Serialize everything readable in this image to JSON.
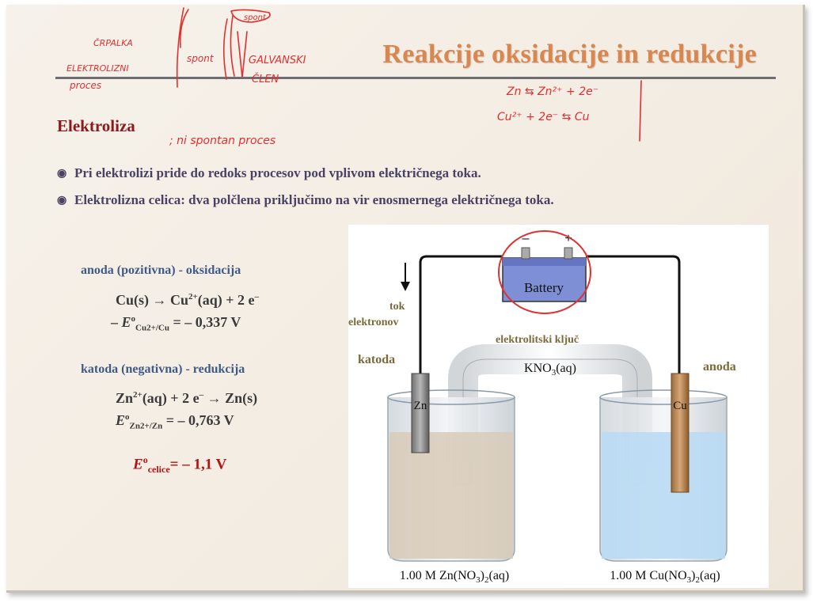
{
  "title": "Reakcije oksidacije in redukcije",
  "section": "Elektroliza",
  "bullets": [
    "Pri elektrolizi pride do redoks procesov pod vplivom električnega toka.",
    "Elektrolizna celica: dva polčlena priključimo na vir enosmernega električnega toka."
  ],
  "anode": {
    "label": "anoda (pozitivna) - oksidacija",
    "eq_left": "Cu(s) → Cu",
    "eq_charge": "2+",
    "eq_right": "(aq) + 2 e",
    "eq_e_charge": "–",
    "pot_prefix": "– ",
    "pot_E": "E",
    "pot_o": "o",
    "pot_sub": "Cu2+/Cu",
    "pot_value": " = –  0,337 V"
  },
  "cathode": {
    "label": "katoda (negativna) - redukcija",
    "eq_ion": "Zn",
    "eq_charge": "2+",
    "eq_mid": "(aq) + 2 e",
    "eq_e_charge": "–",
    "eq_right": " → Zn(s)",
    "pot_E": "E",
    "pot_o": "o",
    "pot_sub": "Zn2+/Zn",
    "pot_value": " = –  0,763 V"
  },
  "cell": {
    "E": "E",
    "o": "o",
    "sub": "celice",
    "value": "= – 1,1 V"
  },
  "diagram": {
    "battery": "Battery",
    "minus": "–",
    "plus": "+",
    "salt_bridge": "KNO",
    "salt_bridge_sub": "3",
    "salt_bridge_end": "(aq)",
    "electrode_left": "Zn",
    "electrode_right": "Cu",
    "sol_left_a": "1.00 M Zn(NO",
    "sol_left_b": "3",
    "sol_left_c": ")",
    "sol_left_d": "2",
    "sol_left_e": "(aq)",
    "sol_right_a": "1.00 M Cu(NO",
    "sol_right_b": "3",
    "sol_right_c": ")",
    "sol_right_d": "2",
    "sol_right_e": "(aq)"
  },
  "overlay": {
    "tok": "tok",
    "elektronov": "elektronov",
    "kljuc": "elektrolitski ključ",
    "katoda": "katoda",
    "anoda": "anoda"
  },
  "annotations": {
    "erpalka": "ČRPALKA",
    "elektrolitski": "ELEKTROLIZNI",
    "proces": "proces",
    "spont": "spont",
    "galvanski": "GALVANSKI",
    "clen": "ČLEN",
    "nespontan": "; ni spontan proces",
    "eq_top": "Zn ⇆ Zn²⁺ + 2e⁻",
    "eq_bottom": "Cu²⁺ + 2e⁻ ⇆ Cu"
  },
  "colors": {
    "title": "#d9864f",
    "section": "#8b1b1b",
    "ink": "#e03030",
    "bullet": "#4a4163"
  }
}
